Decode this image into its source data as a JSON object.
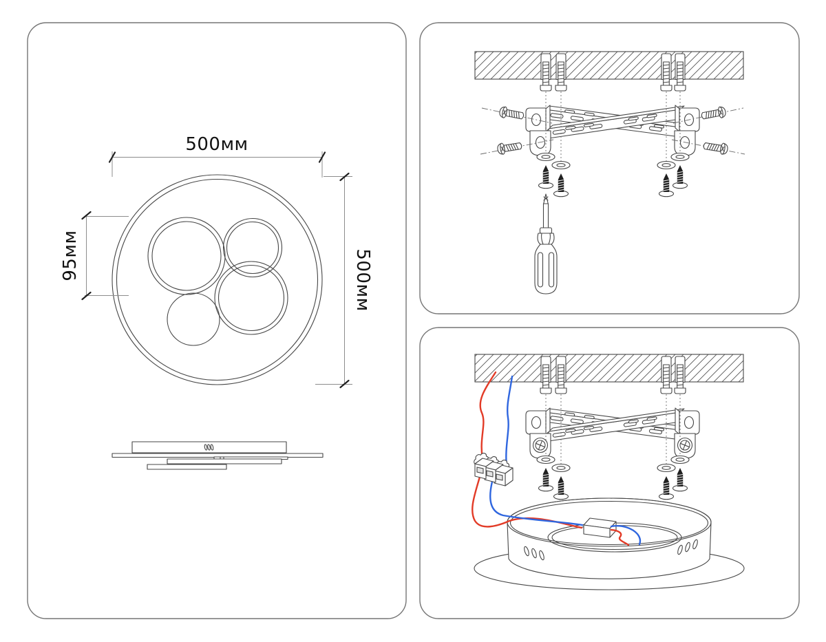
{
  "sheet": {
    "background": "#ffffff",
    "panel_border_color": "#757575"
  },
  "dimensions_panel": {
    "width_label": "500мм",
    "height_label": "500мм",
    "ring_label": "95мм"
  },
  "colors": {
    "artwork_line": "#454545",
    "dimension_line": "#8c8c8c",
    "tick": "#1f1f1f",
    "text": "#111111",
    "wire_red": "#e23b27",
    "wire_blue": "#2f66df",
    "screw_black": "#202020"
  }
}
